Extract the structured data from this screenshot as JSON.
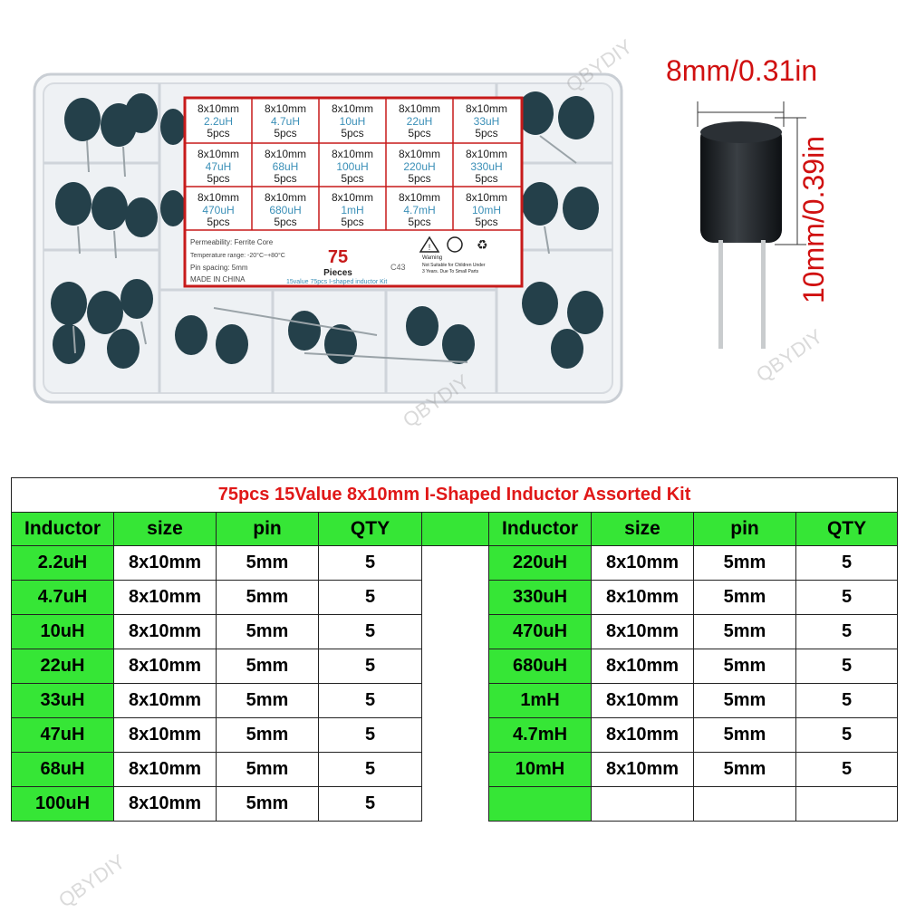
{
  "dimensions": {
    "width_label": "8mm/0.31in",
    "height_label": "10mm/0.39in"
  },
  "watermark": "QBYDIY",
  "kit_card": {
    "cells": [
      {
        "size": "8x10mm",
        "value": "2.2uH",
        "qty": "5pcs"
      },
      {
        "size": "8x10mm",
        "value": "4.7uH",
        "qty": "5pcs"
      },
      {
        "size": "8x10mm",
        "value": "10uH",
        "qty": "5pcs"
      },
      {
        "size": "8x10mm",
        "value": "22uH",
        "qty": "5pcs"
      },
      {
        "size": "8x10mm",
        "value": "33uH",
        "qty": "5pcs"
      },
      {
        "size": "8x10mm",
        "value": "47uH",
        "qty": "5pcs"
      },
      {
        "size": "8x10mm",
        "value": "68uH",
        "qty": "5pcs"
      },
      {
        "size": "8x10mm",
        "value": "100uH",
        "qty": "5pcs"
      },
      {
        "size": "8x10mm",
        "value": "220uH",
        "qty": "5pcs"
      },
      {
        "size": "8x10mm",
        "value": "330uH",
        "qty": "5pcs"
      },
      {
        "size": "8x10mm",
        "value": "470uH",
        "qty": "5pcs"
      },
      {
        "size": "8x10mm",
        "value": "680uH",
        "qty": "5pcs"
      },
      {
        "size": "8x10mm",
        "value": "1mH",
        "qty": "5pcs"
      },
      {
        "size": "8x10mm",
        "value": "4.7mH",
        "qty": "5pcs"
      },
      {
        "size": "8x10mm",
        "value": "10mH",
        "qty": "5pcs"
      }
    ],
    "permeability": "Permeability: Ferrite Core",
    "temperature": "Temperature range: -20°C~+80°C",
    "pin_spacing": "Pin spacing: 5mm",
    "made_in": "MADE IN CHINA",
    "count": "75",
    "pieces": "Pieces",
    "code": "C43",
    "footer": "15value 75pcs I-shaped inductor Kit",
    "warning": "Warning",
    "warning_text_1": "Not Suitable for Children Under",
    "warning_text_2": "3 Years. Due To Small Parts"
  },
  "spec_table": {
    "title": "75pcs 15Value 8x10mm I-Shaped Inductor Assorted Kit",
    "headers": [
      "Inductor",
      "size",
      "pin",
      "QTY"
    ],
    "left_rows": [
      [
        "2.2uH",
        "8x10mm",
        "5mm",
        "5"
      ],
      [
        "4.7uH",
        "8x10mm",
        "5mm",
        "5"
      ],
      [
        "10uH",
        "8x10mm",
        "5mm",
        "5"
      ],
      [
        "22uH",
        "8x10mm",
        "5mm",
        "5"
      ],
      [
        "33uH",
        "8x10mm",
        "5mm",
        "5"
      ],
      [
        "47uH",
        "8x10mm",
        "5mm",
        "5"
      ],
      [
        "68uH",
        "8x10mm",
        "5mm",
        "5"
      ],
      [
        "100uH",
        "8x10mm",
        "5mm",
        "5"
      ]
    ],
    "right_rows": [
      [
        "220uH",
        "8x10mm",
        "5mm",
        "5"
      ],
      [
        "330uH",
        "8x10mm",
        "5mm",
        "5"
      ],
      [
        "470uH",
        "8x10mm",
        "5mm",
        "5"
      ],
      [
        "680uH",
        "8x10mm",
        "5mm",
        "5"
      ],
      [
        "1mH",
        "8x10mm",
        "5mm",
        "5"
      ],
      [
        "4.7mH",
        "8x10mm",
        "5mm",
        "5"
      ],
      [
        "10mH",
        "8x10mm",
        "5mm",
        "5"
      ],
      [
        "",
        "",
        "",
        ""
      ]
    ]
  }
}
